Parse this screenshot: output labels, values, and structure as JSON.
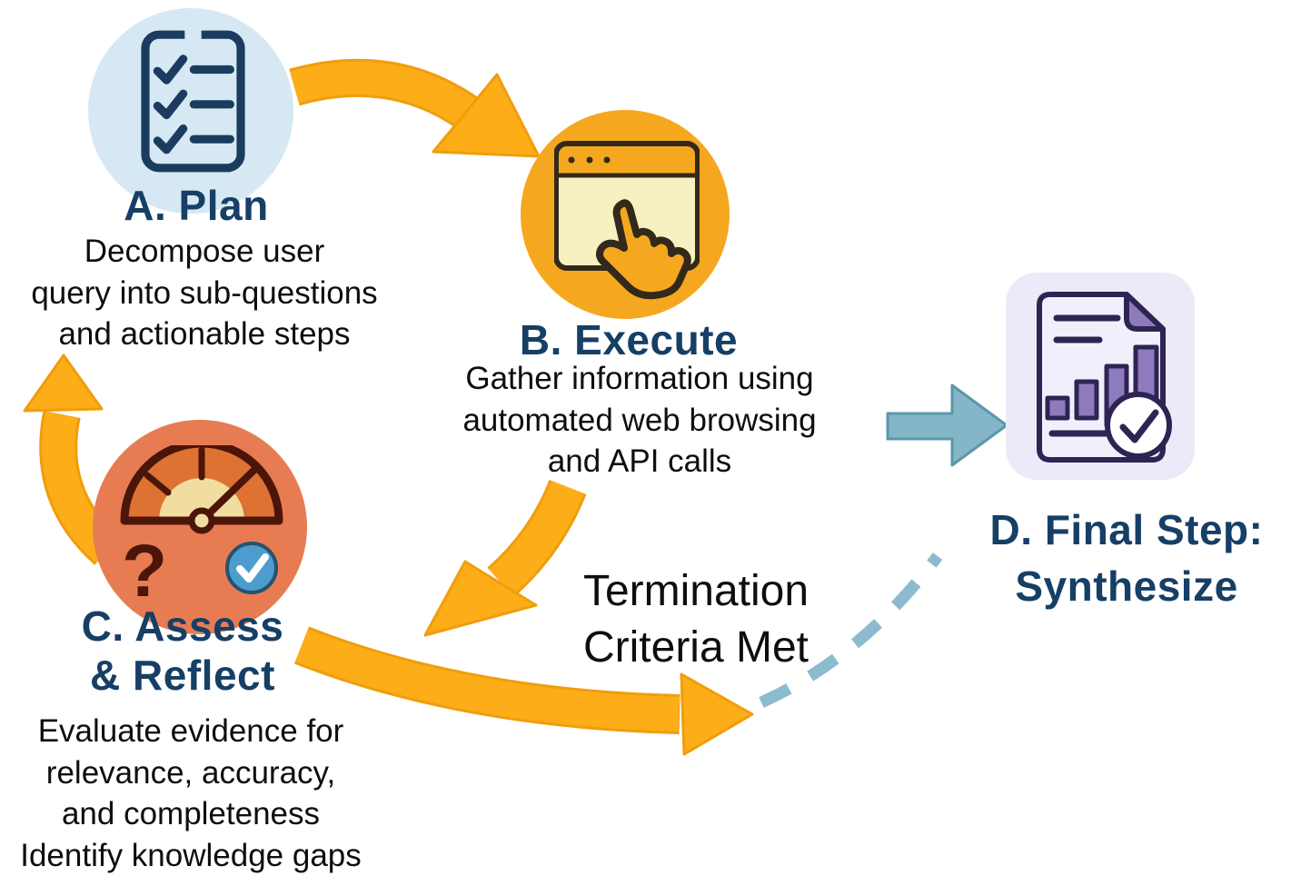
{
  "nodes": {
    "plan": {
      "id": "A",
      "label": "A. Plan",
      "description": "Decompose user\nquery into sub-questions\nand actionable steps",
      "icon": "checklist-icon"
    },
    "execute": {
      "id": "B",
      "label": "B. Execute",
      "description": "Gather information using\nautomated web browsing\nand API calls",
      "icon": "browser-click-icon"
    },
    "assess": {
      "id": "C",
      "label": "C. Assess\n& Reflect",
      "description": "Evaluate evidence for\nrelevance, accuracy,\nand completeness\nIdentify knowledge gaps",
      "icon": "gauge-question-check-icon"
    },
    "synthesize": {
      "id": "D",
      "label": "D. Final Step:\nSynthesize",
      "icon": "report-check-icon"
    }
  },
  "annotations": {
    "termination_label": "Termination\nCriteria Met"
  },
  "connections": [
    {
      "from": "plan",
      "to": "execute",
      "type": "orange-curved-arrow"
    },
    {
      "from": "execute",
      "to": "assess",
      "type": "orange-curved-arrow"
    },
    {
      "from": "assess",
      "to": "plan",
      "type": "orange-curved-arrow"
    },
    {
      "from": "assess",
      "to": "synthesize",
      "type": "orange-arrow-then-teal-dashed",
      "label": "Termination\nCriteria Met"
    },
    {
      "from": "execute",
      "to": "synthesize",
      "type": "teal-block-arrow"
    }
  ],
  "colors": {
    "plan_bg": "#D6E8F3",
    "execute_bg": "#F5A81F",
    "assess_bg": "#E77C52",
    "synth_bg": "#ECEAF8",
    "title_navy": "#163F66",
    "text_black": "#0E0E0E",
    "arrow_orange": "#FCAD18",
    "arrow_orange_edge": "#F09D0D",
    "teal_fill": "#85B6C8",
    "teal_edge": "#5B97AC",
    "dash_teal": "#8CBBCE",
    "plan_icon_navy": "#1B3C5E",
    "window_outline": "#32291A",
    "window_body": "#F7F0C0",
    "gauge_dark": "#4C150A",
    "gauge_fill": "#DD7232",
    "gauge_inner": "#F2DDA0",
    "check_blue": "#4C9DCE",
    "check_blue_rim": "#27526F",
    "purple_dark": "#2E2454",
    "purple_mid": "#8D7BBE",
    "doc_fill": "#F1EFFB"
  }
}
